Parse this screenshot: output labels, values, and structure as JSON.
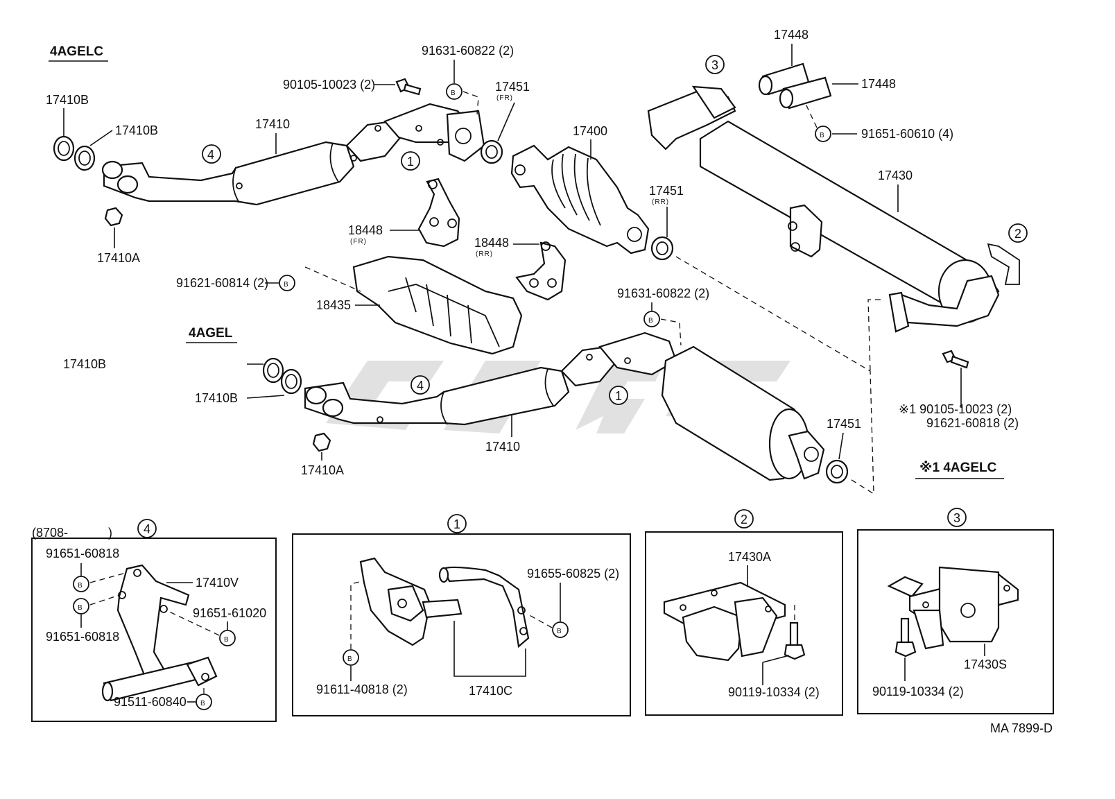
{
  "labels": {
    "section_4agelc": "4AGELC",
    "section_4agel": "4AGEL",
    "p_17410b_a": "17410B",
    "p_17410b_b": "17410B",
    "p_17410_top": "17410",
    "p_17410a_top": "17410A",
    "p_90105_top": "90105-10023 (2)",
    "p_91631_top": "91631-60822 (2)",
    "p_17451_fr": "17451",
    "tag_fr": "(FR)",
    "p_17400": "17400",
    "p_17451_rr": "17451",
    "tag_rr": "(RR)",
    "p_18448_fr": "18448",
    "tag_18448_fr": "(FR)",
    "p_18448_rr": "18448",
    "tag_18448_rr": "(RR)",
    "p_91621_60814": "91621-60814 (2)",
    "p_18435": "18435",
    "p_17448_a": "17448",
    "p_17448_b": "17448",
    "p_91651_60610": "91651-60610 (4)",
    "p_17430": "17430",
    "p_91631_mid": "91631-60822 (2)",
    "p_17410b_c": "17410B",
    "p_17410b_d": "17410B",
    "p_17410_bot": "17410",
    "p_17410a_bot": "17410A",
    "p_17451_bot": "17451",
    "p_note_90105": "※1 90105-10023 (2)",
    "p_note_91621": "91621-60818 (2)",
    "note_4agelc": "※1 4AGELC",
    "date_range": "(8708-",
    "date_close": ")",
    "d4_91651_60818_a": "91651-60818",
    "d4_17410v": "17410V",
    "d4_91651_61020": "91651-61020",
    "d4_91651_60818_b": "91651-60818",
    "d4_91511_60840": "91511-60840",
    "d1_91655_60825": "91655-60825 (2)",
    "d1_91611_40818": "91611-40818 (2)",
    "d1_17410c": "17410C",
    "d2_17430a": "17430A",
    "d2_90119_10334": "90119-10334 (2)",
    "d3_17430s": "17430S",
    "d3_90119_10334": "90119-10334 (2)",
    "ref_code": "MA  7899-D",
    "bolt_b": "B",
    "callout_1": "1",
    "callout_2": "2",
    "callout_3": "3",
    "callout_4": "4"
  },
  "icons": {
    "bolt_marker": "circled-letter-b",
    "callout_marker": "circled-number",
    "watermark": "logo-watermark"
  }
}
